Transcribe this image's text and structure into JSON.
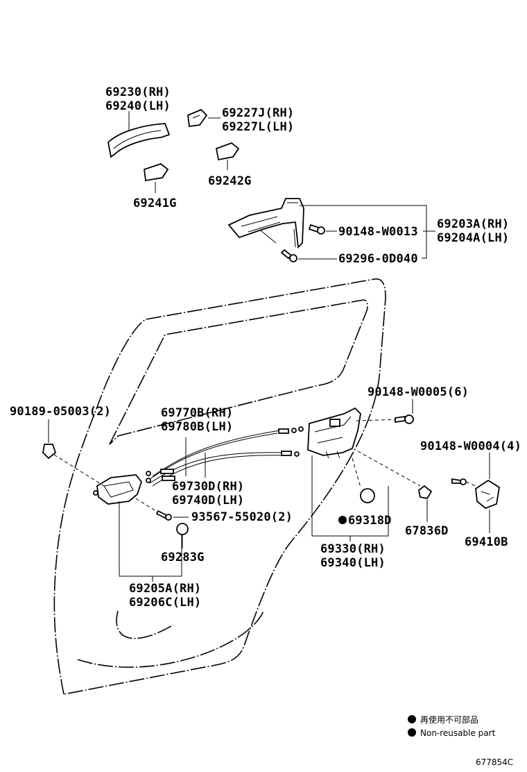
{
  "parts": {
    "p69230_69240": [
      "69230(RH)",
      "69240(LH)"
    ],
    "p69227": [
      "69227J(RH)",
      "69227L(LH)"
    ],
    "p69242G": "69242G",
    "p69241G": "69241G",
    "p90148_W0013": "90148-W0013",
    "p69296": "69296-0D040",
    "p69203A": [
      "69203A(RH)",
      "69204A(LH)"
    ],
    "p90189": "90189-05003(2)",
    "p69770B": [
      "69770B(RH)",
      "69780B(LH)"
    ],
    "p90148_W0005": "90148-W0005(6)",
    "p90148_W0004": "90148-W0004(4)",
    "p69730D": [
      "69730D(RH)",
      "69740D(LH)"
    ],
    "p93567": "93567-55020(2)",
    "p69318D": "69318D",
    "p67836D": "67836D",
    "p69410B": "69410B",
    "p69283G": "69283G",
    "p69330": [
      "69330(RH)",
      "69340(LH)"
    ],
    "p69205A": [
      "69205A(RH)",
      "69206C(LH)"
    ]
  },
  "legend": {
    "line1": "再使用不可部品",
    "line2": "Non-reusable part"
  },
  "figure_id": "677854C"
}
